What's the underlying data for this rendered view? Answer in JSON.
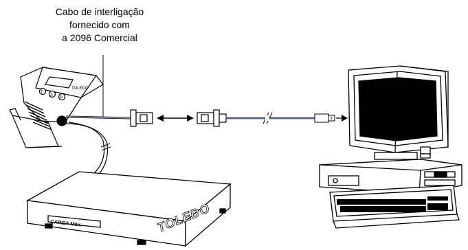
{
  "caption": {
    "line1": "Cabo de interligação",
    "line2": "fornecido  com",
    "line3": "a 2096 Comercial"
  },
  "platform": {
    "brand": "TOLEDO",
    "plate_label": "CARGA Máx."
  },
  "components": [
    {
      "name": "indicator-2096",
      "icon": "weighing-indicator-icon"
    },
    {
      "name": "interconnection-cable",
      "icon": "cable-icon"
    },
    {
      "name": "db9-connector-male",
      "icon": "db9-connector-icon"
    },
    {
      "name": "db9-connector-female",
      "icon": "db9-connector-icon"
    },
    {
      "name": "usb-plug",
      "icon": "usb-plug-icon"
    },
    {
      "name": "computer",
      "icon": "desktop-computer-icon"
    },
    {
      "name": "scale-platform",
      "icon": "scale-platform-icon"
    }
  ]
}
